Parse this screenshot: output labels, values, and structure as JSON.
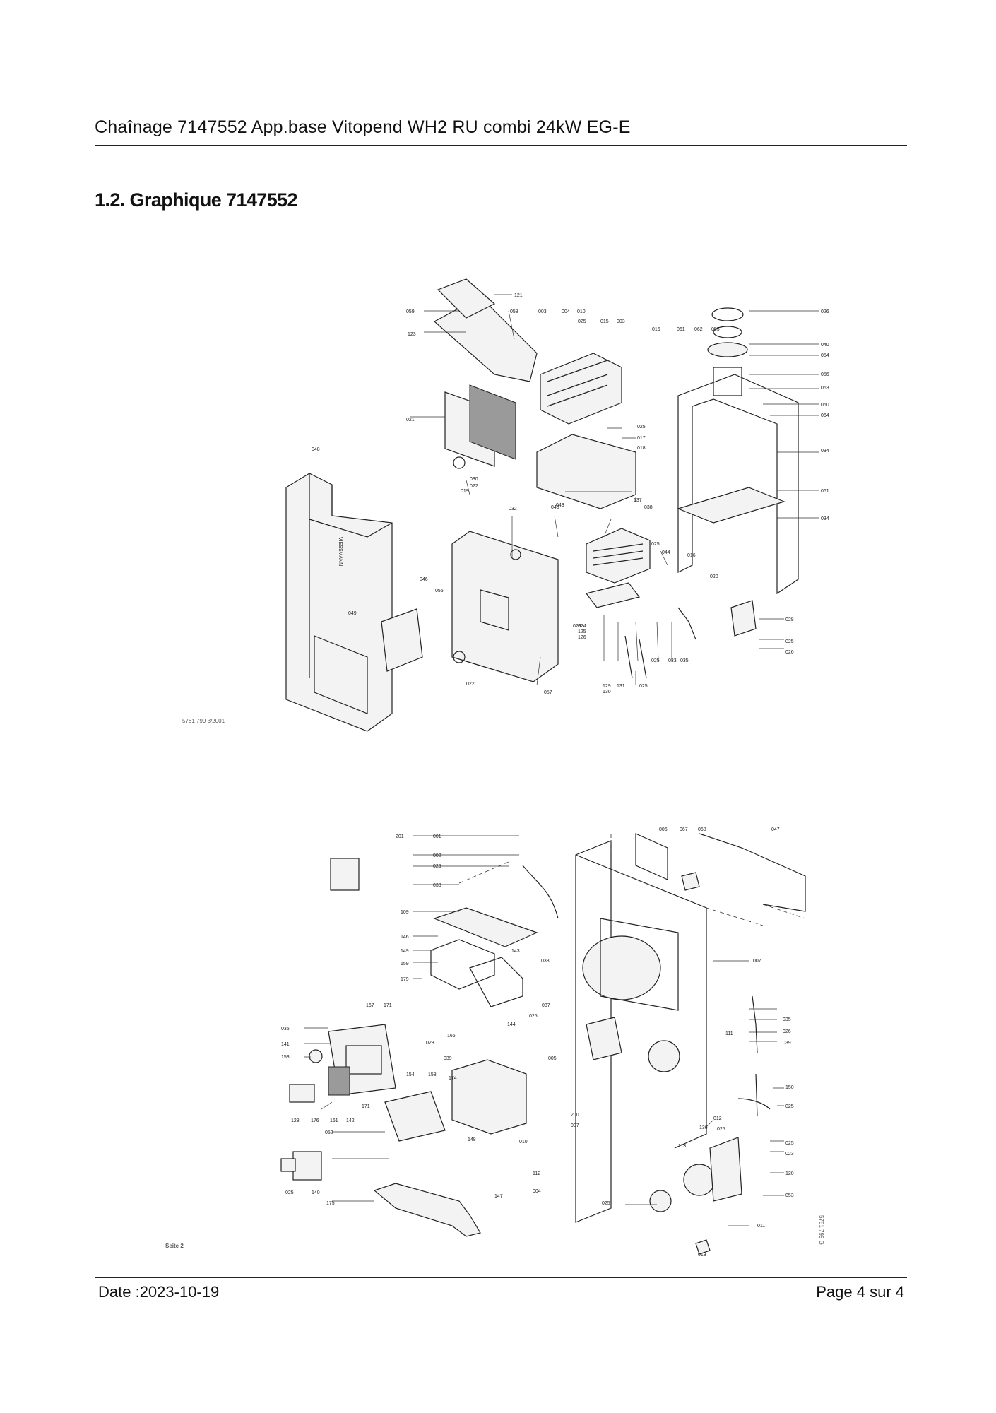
{
  "header": {
    "title": "Chaînage 7147552 App.base Vitopend WH2 RU combi 24kW EG-E"
  },
  "section": {
    "title": "1.2. Graphique 7147552"
  },
  "diagram_top": {
    "doc_ref": "5781 799   3/2001",
    "brand_text": "VIESSMANN",
    "callouts": [
      "121",
      "059",
      "058",
      "003",
      "004",
      "010",
      "025",
      "015",
      "003",
      "016",
      "061",
      "062",
      "055",
      "026",
      "040",
      "054",
      "056",
      "063",
      "060",
      "064",
      "034",
      "123",
      "021",
      "025",
      "017",
      "018",
      "019",
      "137",
      "048",
      "043",
      "022",
      "030",
      "032",
      "043",
      "038",
      "025",
      "044",
      "016",
      "061",
      "034",
      "020",
      "046",
      "055",
      "028",
      "025",
      "026",
      "049",
      "023",
      "024",
      "125",
      "126",
      "025",
      "033",
      "035",
      "022",
      "057",
      "129",
      "130",
      "131",
      "025"
    ]
  },
  "diagram_bottom": {
    "page_note": "Seite 2",
    "side_ref": "5781 799 G",
    "callouts": [
      "201",
      "001",
      "002",
      "025",
      "033",
      "006",
      "067",
      "068",
      "047",
      "109",
      "146",
      "149",
      "159",
      "143",
      "033",
      "007",
      "179",
      "167",
      "171",
      "037",
      "025",
      "035",
      "141",
      "153",
      "028",
      "166",
      "144",
      "039",
      "005",
      "035",
      "026",
      "039",
      "111",
      "128",
      "176",
      "161",
      "142",
      "171",
      "154",
      "158",
      "174",
      "150",
      "025",
      "052",
      "148",
      "200",
      "037",
      "025",
      "023",
      "025",
      "140",
      "175",
      "147",
      "112",
      "004",
      "010",
      "113",
      "136",
      "120",
      "025",
      "053",
      "011",
      "013",
      "012",
      "025"
    ]
  },
  "footer": {
    "date": "Date :2023-10-19",
    "page": "Page 4 sur  4"
  }
}
